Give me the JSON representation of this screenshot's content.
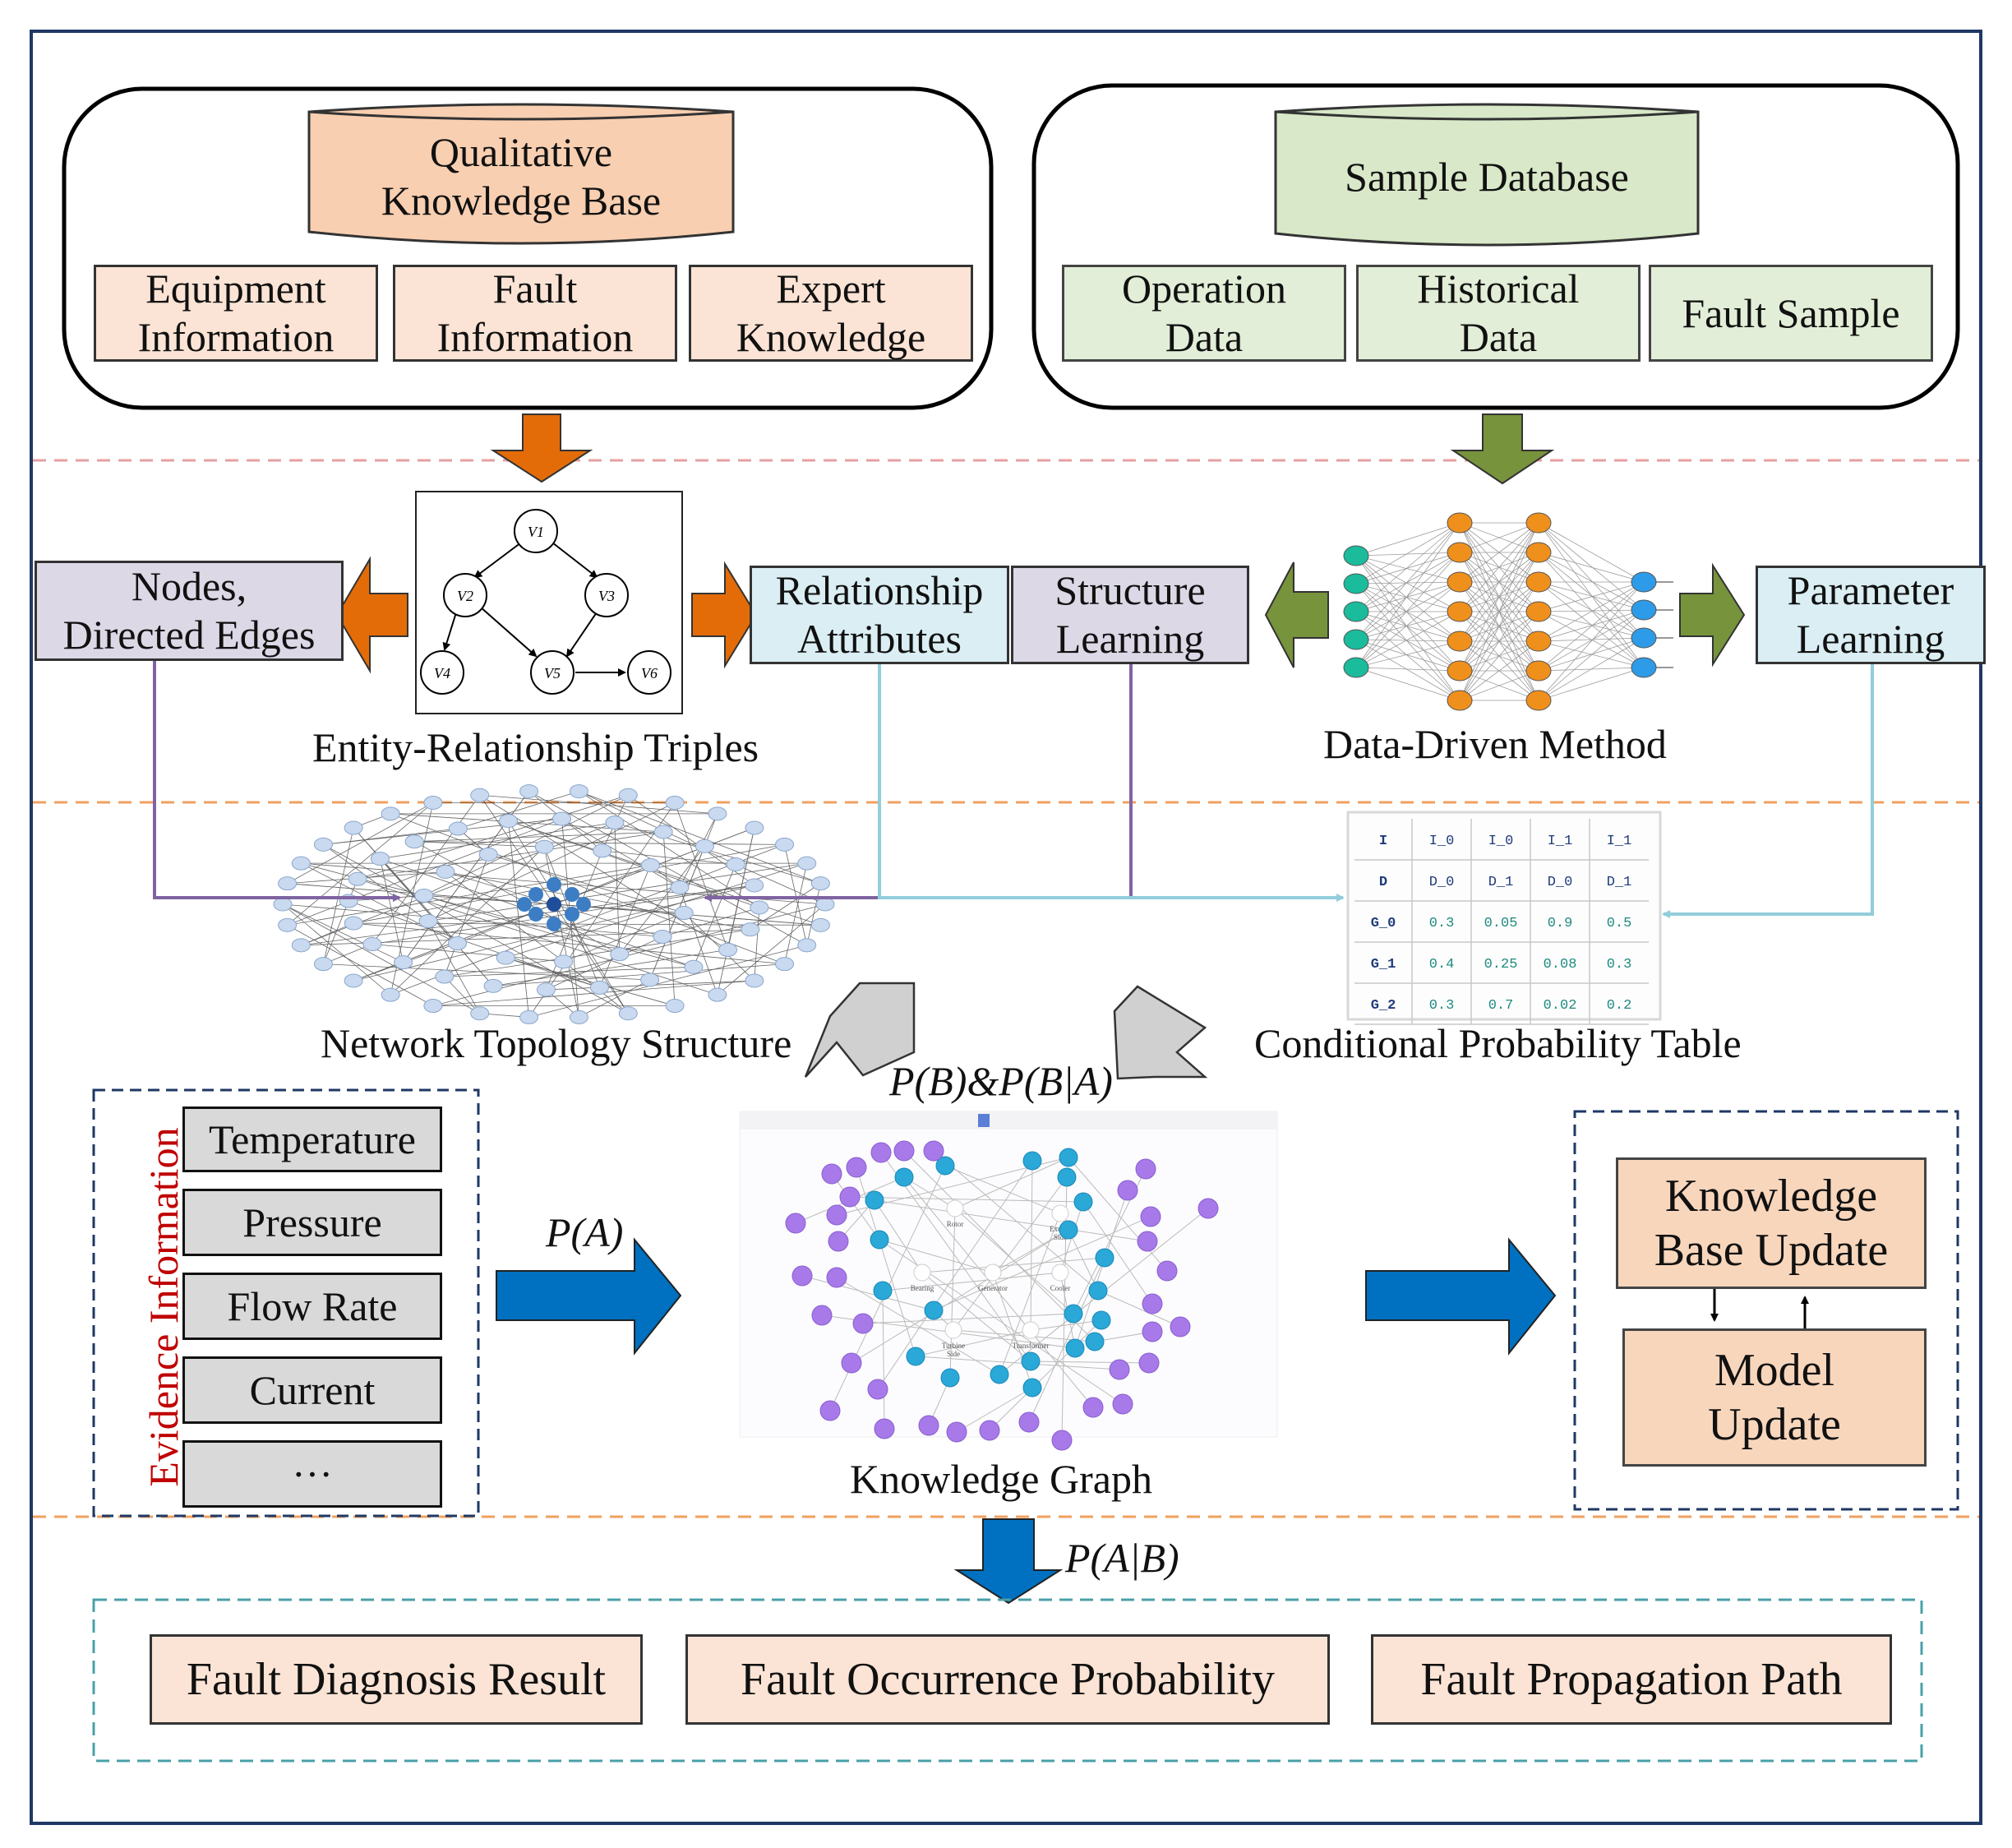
{
  "knowledge_source": {
    "db_title": "Qualitative\nKnowledge Base",
    "items": [
      "Equipment\nInformation",
      "Fault\nInformation",
      "Expert\nKnowledge"
    ]
  },
  "sample_source": {
    "db_title": "Sample Database",
    "items": [
      "Operation\nData",
      "Historical\nData",
      "Fault Sample"
    ]
  },
  "middle": {
    "nodes_edges": "Nodes,\nDirected Edges",
    "er_caption": "Entity-Relationship Triples",
    "dag_nodes": [
      "V1",
      "V2",
      "V3",
      "V4",
      "V5",
      "V6"
    ],
    "relationship": "Relationship\nAttributes",
    "structure": "Structure\nLearning",
    "data_driven_caption": "Data-Driven Method",
    "parameter": "Parameter\nLearning"
  },
  "topology": {
    "caption": "Network Topology Structure"
  },
  "cpt": {
    "caption": "Conditional Probability Table",
    "rows": [
      [
        "I",
        "I_0",
        "I_0",
        "I_1",
        "I_1"
      ],
      [
        "D",
        "D_0",
        "D_1",
        "D_0",
        "D_1"
      ],
      [
        "G_0",
        "0.3",
        "0.05",
        "0.9",
        "0.5"
      ],
      [
        "G_1",
        "0.4",
        "0.25",
        "0.08",
        "0.3"
      ],
      [
        "G_2",
        "0.3",
        "0.7",
        "0.02",
        "0.2"
      ]
    ]
  },
  "probabilities": {
    "pb_pba": "P(B)&P(B|A)",
    "pa": "P(A)",
    "pab": "P(A|B)"
  },
  "evidence": {
    "title": "Evidence Information",
    "items": [
      "Temperature",
      "Pressure",
      "Flow Rate",
      "Current",
      "···"
    ]
  },
  "knowledge_graph": {
    "caption": "Knowledge Graph",
    "hubs": [
      "Rotor",
      "Exciter\nSide",
      "Bearing",
      "Generator",
      "Cooler",
      "Turbine\nSide",
      "Transformer"
    ]
  },
  "update": {
    "kb_update": "Knowledge\nBase Update",
    "model_update": "Model\nUpdate"
  },
  "results": {
    "items": [
      "Fault Diagnosis Result",
      "Fault Occurrence Probability",
      "Fault Propagation Path"
    ]
  },
  "colors": {
    "frame": "#1f3864",
    "orange_arrow": "#e36c09",
    "green_arrow": "#77933c",
    "blue_arrow": "#0070c0",
    "purple_line": "#8064a2",
    "cyan_line": "#92cddc",
    "gray_arrow": "#d0d0d0"
  }
}
